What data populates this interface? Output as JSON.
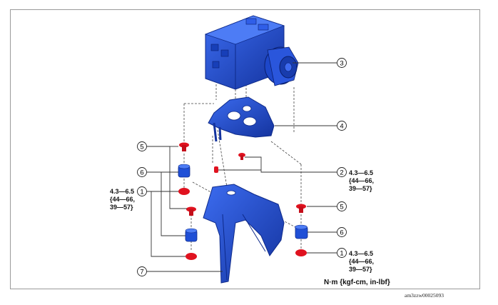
{
  "callouts": [
    "1",
    "2",
    "3",
    "4",
    "5",
    "6",
    "7"
  ],
  "torque_spec": {
    "line1": "4.3—6.5",
    "line2": "{44—66,",
    "line3": "39—57}"
  },
  "units_label": "N·m {kgf-cm, in-lbf}",
  "figure_id": "am3zzw00025093",
  "colors": {
    "part_blue": "#1f4fd6",
    "part_shadow": "#0e2a8a",
    "fastener_red": "#e0121f",
    "leader": "#333333"
  }
}
